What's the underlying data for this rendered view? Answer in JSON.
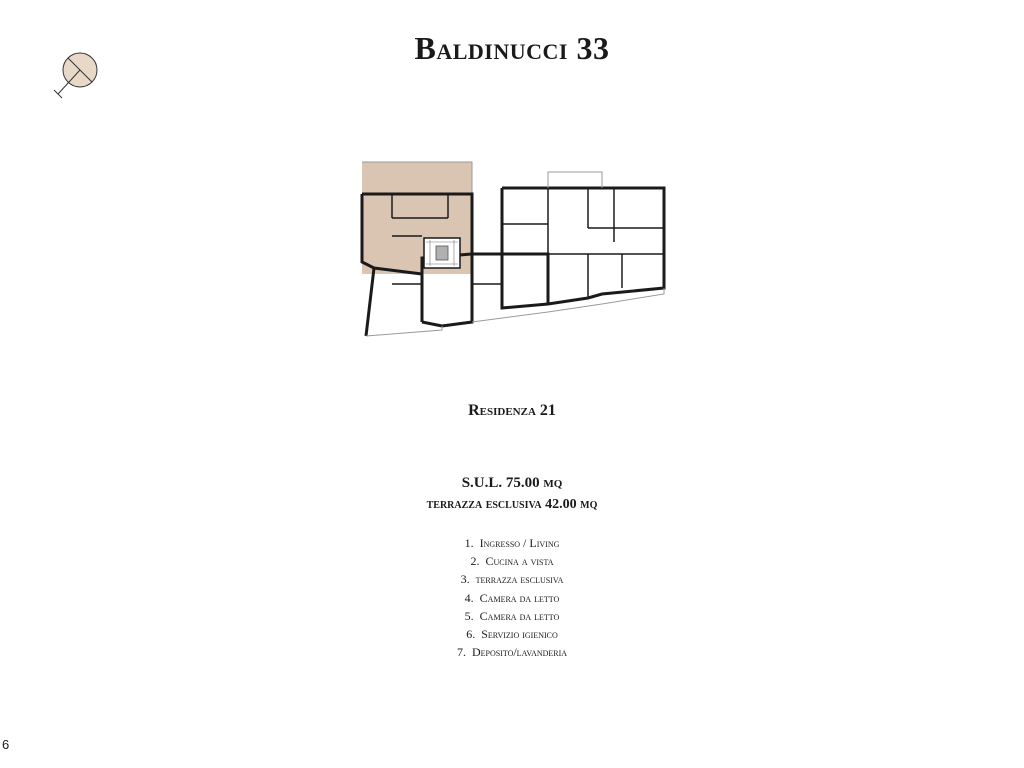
{
  "header": {
    "title": "Baldinucci 33"
  },
  "compass": {
    "icon": "north-arrow-icon"
  },
  "floorplan": {
    "highlight_color": "#d9c5b2",
    "wall_color": "#1a1a1a",
    "outline_color": "#9a9a9a"
  },
  "residence": {
    "name": "Residenza 21"
  },
  "areas": {
    "sul": "S.U.L. 75.00 mq",
    "terrace": "terrazza esclusiva 42.00 mq"
  },
  "rooms": [
    {
      "num": "1.",
      "label": "Ingresso / Living"
    },
    {
      "num": "2.",
      "label": "Cucina a vista"
    },
    {
      "num": "3.",
      "label": "terrazza esclusiva"
    },
    {
      "num": "4.",
      "label": "Camera da letto"
    },
    {
      "num": "5.",
      "label": "Camera da letto"
    },
    {
      "num": "6.",
      "label": "Servizio igienico"
    },
    {
      "num": "7.",
      "label": "Deposito/lavanderia"
    }
  ],
  "footer": {
    "page_number": "6"
  }
}
